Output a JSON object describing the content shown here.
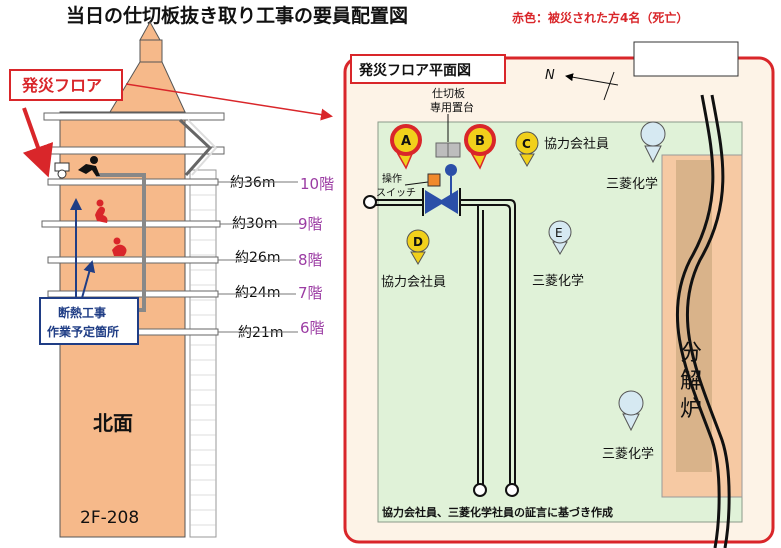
{
  "title": "当日の仕切板抜き取り工事の要員配置図",
  "legend_note": "赤色：被災された方4名（死亡）",
  "left": {
    "disaster_floor_label": "発災フロア",
    "floors": [
      {
        "height": "約36m",
        "floor": "10階"
      },
      {
        "height": "約30m",
        "floor": "9階"
      },
      {
        "height": "約26m",
        "floor": "8階"
      },
      {
        "height": "約24m",
        "floor": "7階"
      },
      {
        "height": "約21m",
        "floor": "6階"
      }
    ],
    "insulation_label_1": "断熱工事",
    "insulation_label_2": "作業予定箇所",
    "north_face": "北面",
    "equipment_id": "2F-208"
  },
  "right": {
    "plan_title": "発災フロア平面図",
    "north": "N",
    "partition_stand_1": "仕切板",
    "partition_stand_2": "専用置台",
    "switch_1": "操作",
    "switch_2": "スイッチ",
    "workers": [
      {
        "id": "A",
        "status": "victim"
      },
      {
        "id": "B",
        "status": "victim"
      },
      {
        "id": "C",
        "status": "contractor"
      },
      {
        "id": "D",
        "status": "contractor"
      },
      {
        "id": "E",
        "status": "mitsubishi"
      }
    ],
    "contractor_label_c": "協力会社員",
    "contractor_label_d": "協力会社員",
    "mitsubishi_label_1": "三菱化学",
    "mitsubishi_label_2": "三菱化学",
    "mitsubishi_label_3": "三菱化学",
    "furnace_1": "分",
    "furnace_2": "解",
    "furnace_3": "炉",
    "footnote": "協力会社員、三菱化学社員の証言に基づき作成"
  },
  "colors": {
    "tower": "#f6b98a",
    "plan_bg": "#fdf3e7",
    "floor_green": "#e0f2d8",
    "accent_red": "#d9262a",
    "purple": "#9b3ca3",
    "navy": "#1f3d85",
    "yellow": "#f1d01b"
  }
}
